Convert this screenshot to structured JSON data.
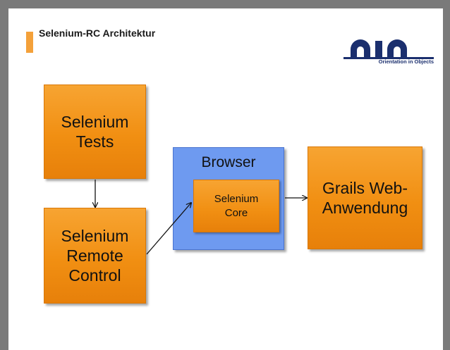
{
  "slide": {
    "title": "Selenium-RC Architektur"
  },
  "logo": {
    "text": "OIO",
    "subtitle": "Orientation in Objects"
  },
  "diagram": {
    "tests": {
      "line1": "Selenium",
      "line2": "Tests"
    },
    "rc": {
      "line1": "Selenium",
      "line2": "Remote",
      "line3": "Control"
    },
    "browser": {
      "label": "Browser"
    },
    "core": {
      "line1": "Selenium",
      "line2": "Core"
    },
    "grails": {
      "line1": "Grails Web-",
      "line2": "Anwendung"
    }
  },
  "colors": {
    "accent": "#f4a13a",
    "box_orange": "#f18f12",
    "browser_blue": "#6e9af0",
    "logo_blue": "#1b2f6e"
  }
}
